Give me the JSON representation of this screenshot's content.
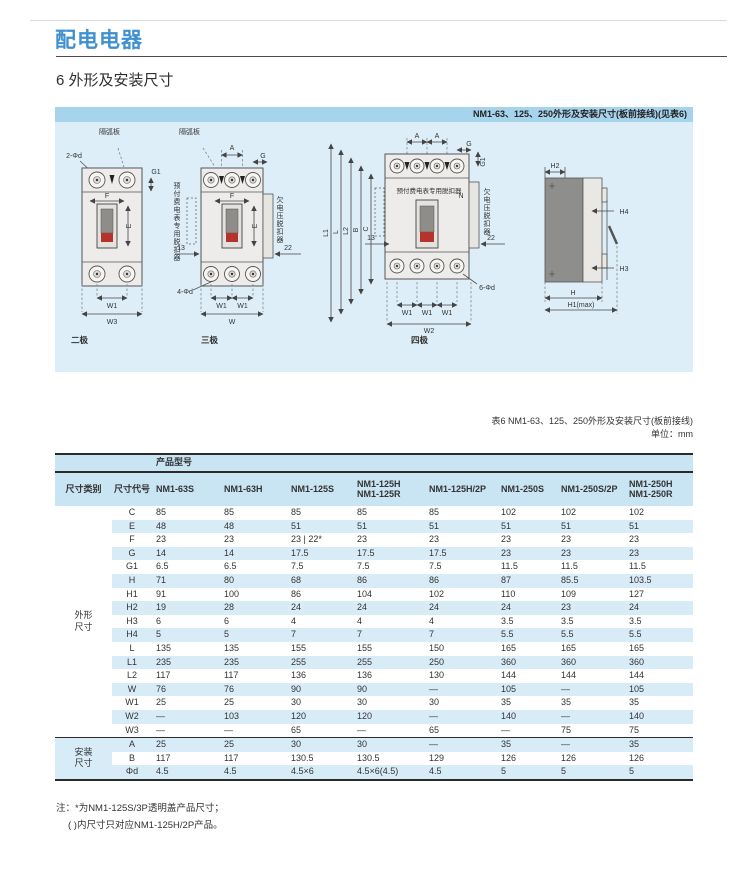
{
  "page": {
    "category_title": "配电电器",
    "section_title": "6 外形及安装尺寸",
    "banner_text": "NM1-63、125、250外形及安装尺寸(板前接线)(见表6)",
    "table_caption": "表6 NM1-63、125、250外形及安装尺寸(板前接线)",
    "table_unit": "单位：mm",
    "note_line1": "注：*为NM1-125S/3P透明盖产品尺寸；",
    "note_line2": "( )内尺寸只对应NM1-125H/2P产品。"
  },
  "diagrams": {
    "captions": {
      "pole2": "二极",
      "pole3": "三极",
      "pole4": "四极"
    },
    "annotations": {
      "arc_plate": "隔弧板",
      "prepaid_release": "预付费电表专用脱扣器",
      "undervoltage_release": "欠电压脱扣器"
    },
    "dims": {
      "A": "A",
      "G": "G",
      "G1": "G1",
      "F": "F",
      "E": "E",
      "N": "N",
      "d13": "13",
      "d22": "22",
      "hole2": "2-Φd",
      "hole4": "4-Φd",
      "hole6": "6-Φd",
      "W": "W",
      "W1": "W1",
      "W2": "W2",
      "W3": "W3",
      "L": "L",
      "L1": "L1",
      "L2": "L2",
      "B": "B",
      "C": "C",
      "H": "H",
      "H1": "H1(max)",
      "H2": "H2",
      "H3": "H3",
      "H4": "H4"
    }
  },
  "table": {
    "product_model_label": "产品型号",
    "col_category": "尺寸类别",
    "col_code": "尺寸代号",
    "models": [
      [
        "NM1-63S"
      ],
      [
        "NM1-63H"
      ],
      [
        "NM1-125S"
      ],
      [
        "NM1-125H",
        "NM1-125R"
      ],
      [
        "NM1-125H/2P"
      ],
      [
        "NM1-250S"
      ],
      [
        "NM1-250S/2P"
      ],
      [
        "NM1-250H",
        "NM1-250R"
      ]
    ],
    "groups": [
      {
        "label": [
          "外形",
          "尺寸"
        ],
        "rows": [
          {
            "code": "C",
            "values": [
              "85",
              "85",
              "85",
              "85",
              "85",
              "102",
              "102",
              "102"
            ]
          },
          {
            "code": "E",
            "values": [
              "48",
              "48",
              "51",
              "51",
              "51",
              "51",
              "51",
              "51"
            ]
          },
          {
            "code": "F",
            "values": [
              "23",
              "23",
              "23 | 22*",
              "23",
              "23",
              "23",
              "23",
              "23"
            ]
          },
          {
            "code": "G",
            "values": [
              "14",
              "14",
              "17.5",
              "17.5",
              "17.5",
              "23",
              "23",
              "23"
            ]
          },
          {
            "code": "G1",
            "values": [
              "6.5",
              "6.5",
              "7.5",
              "7.5",
              "7.5",
              "11.5",
              "11.5",
              "11.5"
            ]
          },
          {
            "code": "H",
            "values": [
              "71",
              "80",
              "68",
              "86",
              "86",
              "87",
              "85.5",
              "103.5"
            ]
          },
          {
            "code": "H1",
            "values": [
              "91",
              "100",
              "86",
              "104",
              "102",
              "110",
              "109",
              "127"
            ]
          },
          {
            "code": "H2",
            "values": [
              "19",
              "28",
              "24",
              "24",
              "24",
              "24",
              "23",
              "24"
            ]
          },
          {
            "code": "H3",
            "values": [
              "6",
              "6",
              "4",
              "4",
              "4",
              "3.5",
              "3.5",
              "3.5"
            ]
          },
          {
            "code": "H4",
            "values": [
              "5",
              "5",
              "7",
              "7",
              "7",
              "5.5",
              "5.5",
              "5.5"
            ]
          },
          {
            "code": "L",
            "values": [
              "135",
              "135",
              "155",
              "155",
              "150",
              "165",
              "165",
              "165"
            ]
          },
          {
            "code": "L1",
            "values": [
              "235",
              "235",
              "255",
              "255",
              "250",
              "360",
              "360",
              "360"
            ]
          },
          {
            "code": "L2",
            "values": [
              "117",
              "117",
              "136",
              "136",
              "130",
              "144",
              "144",
              "144"
            ]
          },
          {
            "code": "W",
            "values": [
              "76",
              "76",
              "90",
              "90",
              "—",
              "105",
              "—",
              "105"
            ]
          },
          {
            "code": "W1",
            "values": [
              "25",
              "25",
              "30",
              "30",
              "30",
              "35",
              "35",
              "35"
            ]
          },
          {
            "code": "W2",
            "values": [
              "—",
              "103",
              "120",
              "120",
              "—",
              "140",
              "—",
              "140"
            ]
          },
          {
            "code": "W3",
            "values": [
              "—",
              "—",
              "65",
              "—",
              "65",
              "—",
              "75",
              "75"
            ]
          }
        ]
      },
      {
        "label": [
          "安装",
          "尺寸"
        ],
        "rows": [
          {
            "code": "A",
            "values": [
              "25",
              "25",
              "30",
              "30",
              "—",
              "35",
              "—",
              "35"
            ]
          },
          {
            "code": "B",
            "values": [
              "117",
              "117",
              "130.5",
              "130.5",
              "129",
              "126",
              "126",
              "126"
            ]
          },
          {
            "code": "Φd",
            "values": [
              "4.5",
              "4.5",
              "4.5×6",
              "4.5×6(4.5)",
              "4.5",
              "5",
              "5",
              "5"
            ]
          }
        ]
      }
    ]
  }
}
